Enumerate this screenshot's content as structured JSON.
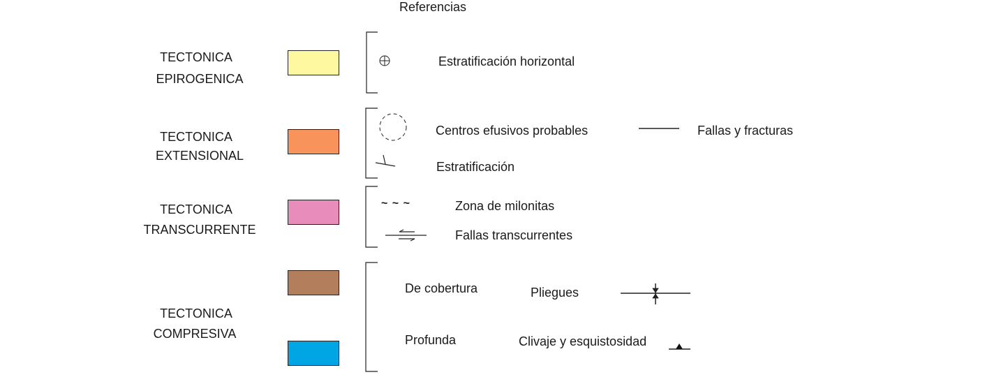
{
  "title": "Referencias",
  "groups": [
    {
      "label_line1": "TECTONICA",
      "label_line2": "EPIROGENICA",
      "color": "#fef8a0"
    },
    {
      "label_line1": "TECTONICA",
      "label_line2": "EXTENSIONAL",
      "color": "#f8935b"
    },
    {
      "label_line1": "TECTONICA",
      "label_line2": "TRANSCURRENTE",
      "color": "#e88cbc"
    },
    {
      "label_line1": "TECTONICA",
      "label_line2": "COMPRESIVA",
      "colors": [
        "#b37e5c",
        "#00a5e3"
      ]
    }
  ],
  "symbols": {
    "horizontal_bedding": "Estratificación horizontal",
    "volcanic_centers": "Centros efusivos probables",
    "faults": "Fallas y fracturas",
    "bedding": "Estratificación",
    "mylonite_zone": "Zona de milonitas",
    "mylonite_glyph": "~ ~ ~",
    "strike_slip_faults": "Fallas transcurrentes",
    "cover": "De cobertura",
    "folds": "Pliegues",
    "deep": "Profunda",
    "cleavage": "Clivaje y esquistosidad"
  }
}
